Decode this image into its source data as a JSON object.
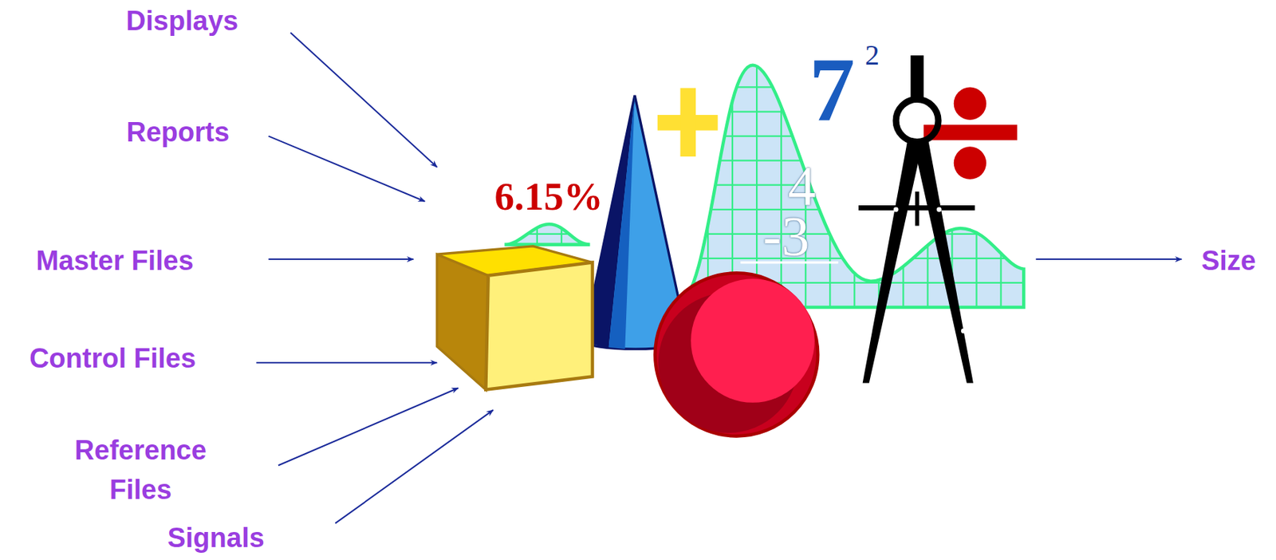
{
  "diagram": {
    "labels": [
      "Displays",
      "Reports",
      "Master Files",
      "Control Files",
      "Reference Files",
      "Signals",
      "Size",
      "6.15%",
      "7",
      "2",
      "4",
      "-3"
    ]
  }
}
